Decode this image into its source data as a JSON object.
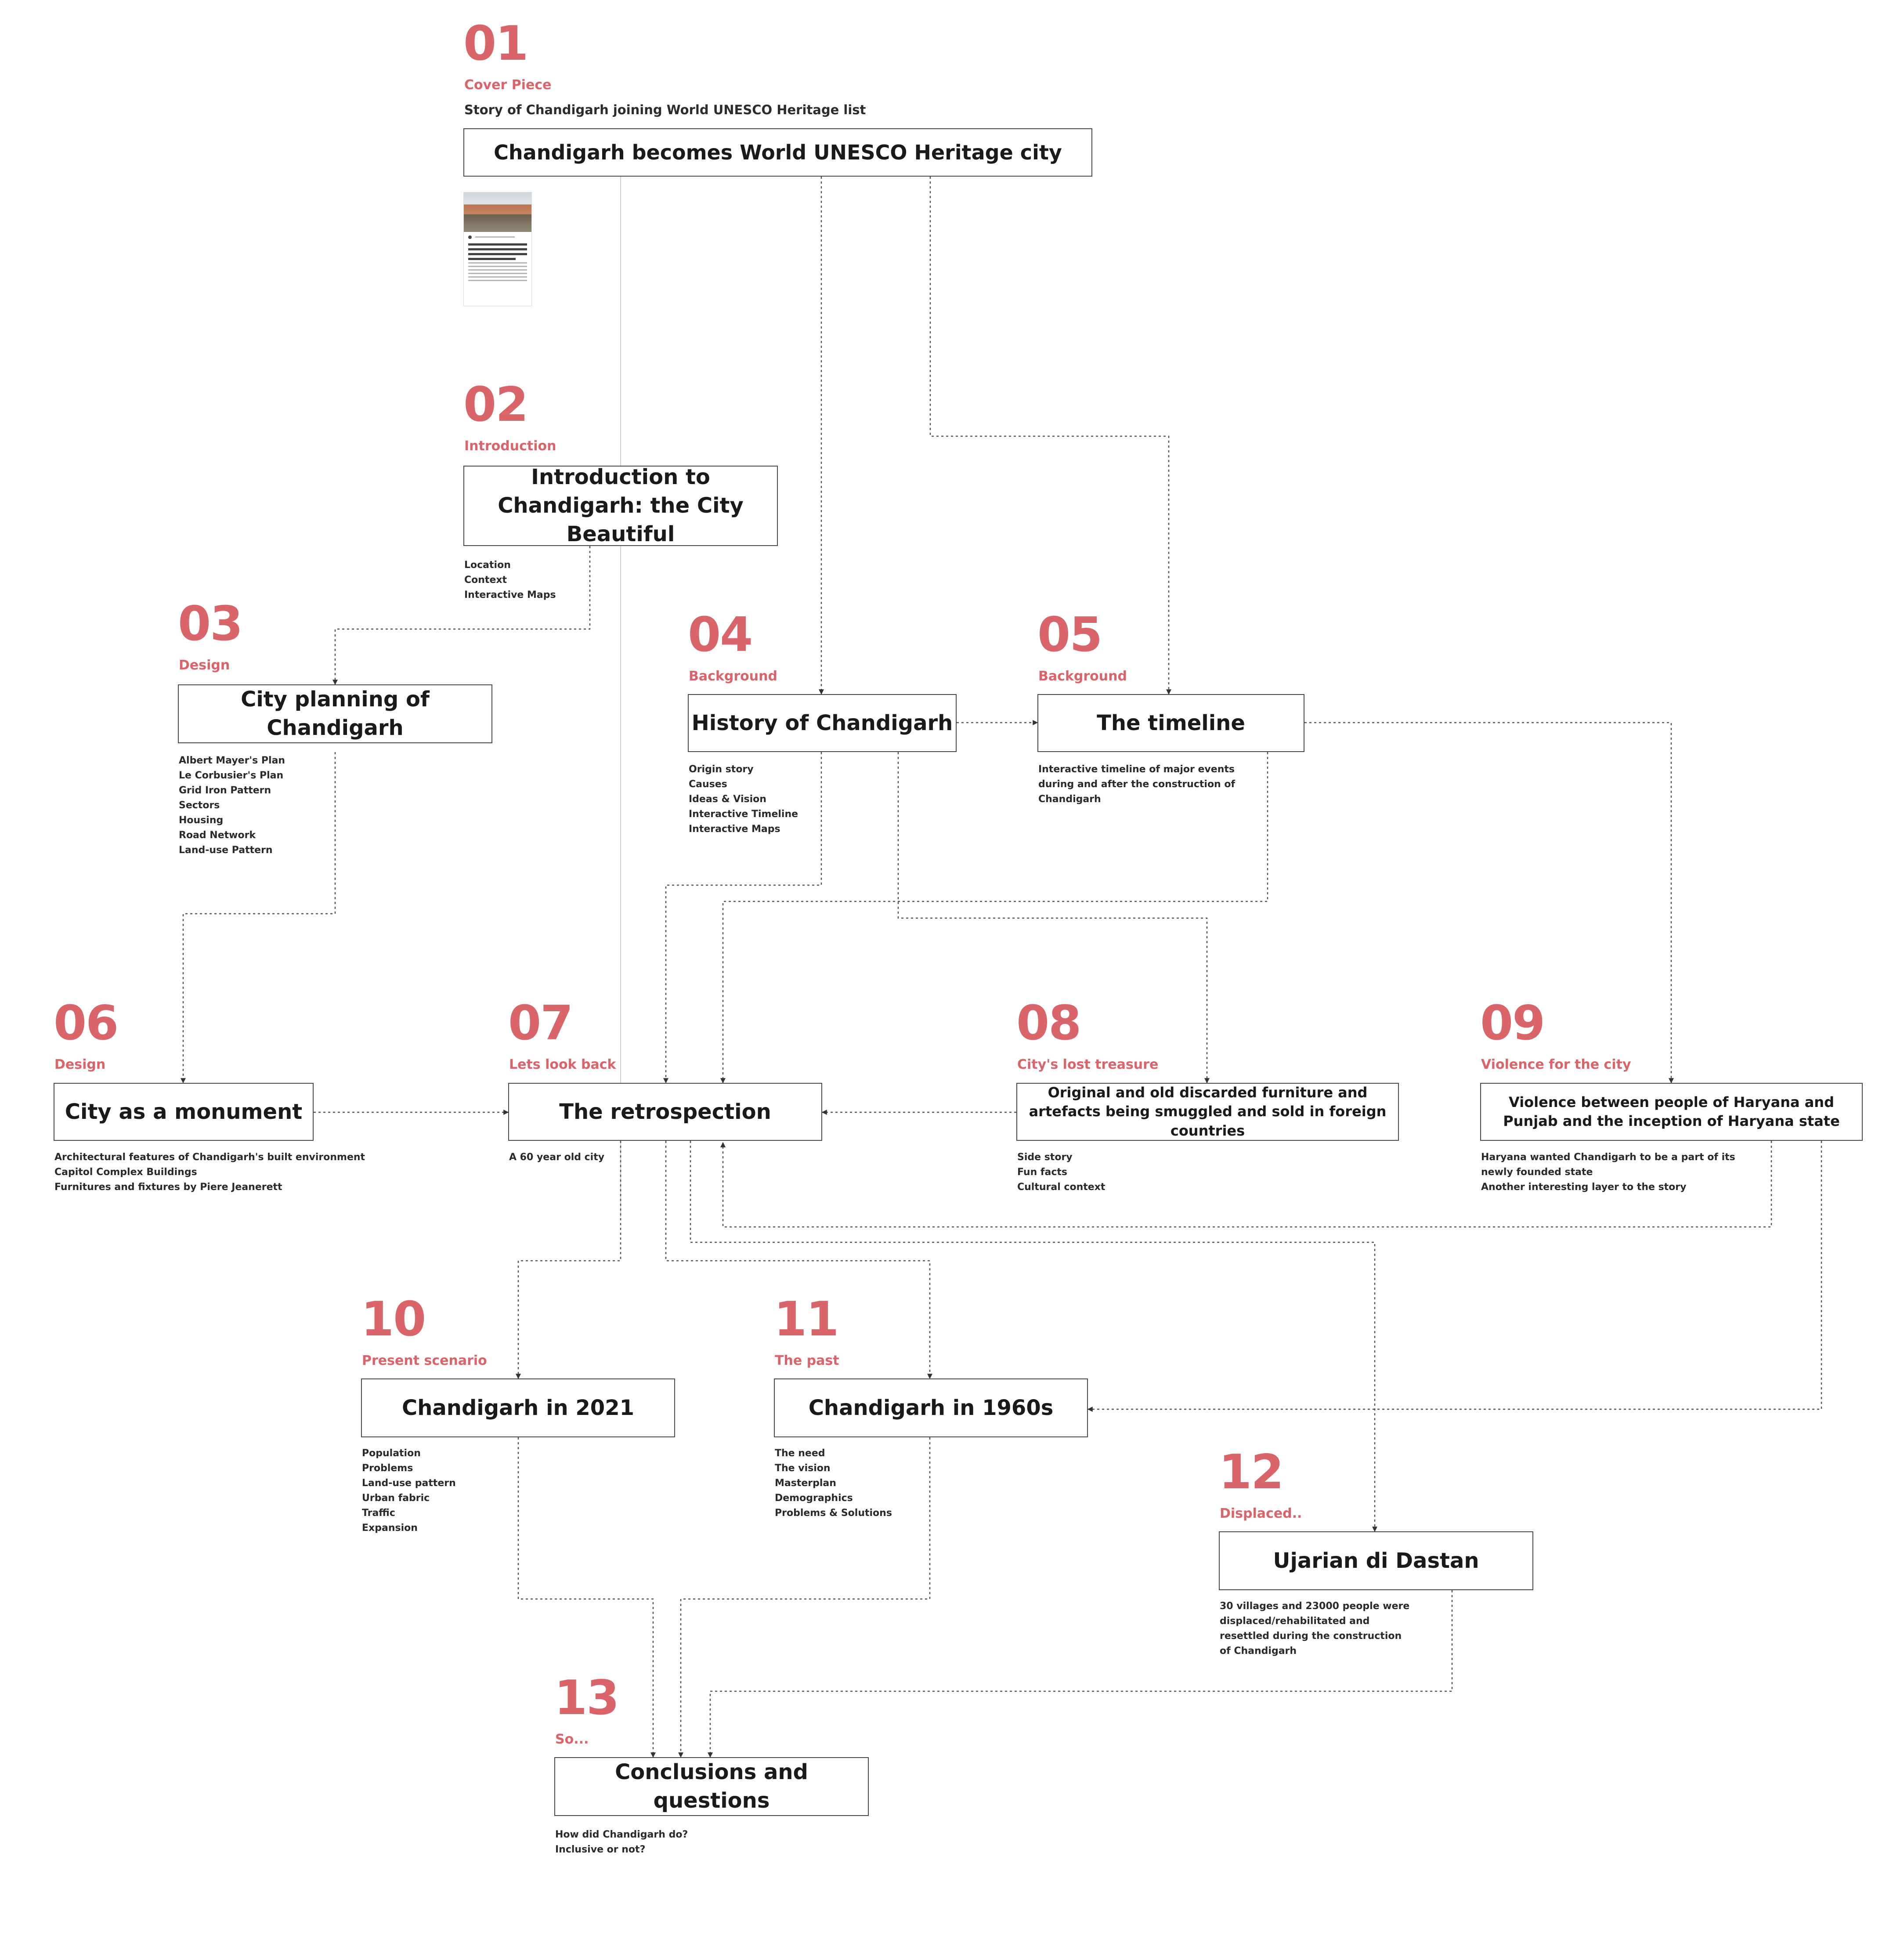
{
  "sections": [
    {
      "num": "01",
      "label": "Cover Piece",
      "subtitle": "Story of Chandigarh joining World UNESCO Heritage list",
      "title": "Chandigarh becomes World UNESCO Heritage city",
      "notes": []
    },
    {
      "num": "02",
      "label": "Introduction",
      "title": "Introduction to Chandigarh: the City Beautiful",
      "notes": [
        "Location",
        "Context",
        "Interactive Maps"
      ]
    },
    {
      "num": "03",
      "label": "Design",
      "title": "City planning of Chandigarh",
      "notes": [
        "Albert Mayer's Plan",
        "Le Corbusier's Plan",
        "Grid Iron Pattern",
        "Sectors",
        "Housing",
        "Road Network",
        "Land-use Pattern"
      ]
    },
    {
      "num": "04",
      "label": "Background",
      "title": "History of Chandigarh",
      "notes": [
        "Origin story",
        "Causes",
        "Ideas & Vision",
        "Interactive Timeline",
        "Interactive Maps"
      ]
    },
    {
      "num": "05",
      "label": "Background",
      "title": "The timeline",
      "notes": [
        "Interactive timeline of major events",
        "during and after the construction of",
        "Chandigarh"
      ]
    },
    {
      "num": "06",
      "label": "Design",
      "title": "City as a monument",
      "notes": [
        "Architectural features of Chandigarh's built environment",
        "Capitol Complex Buildings",
        "Furnitures and fixtures by Piere Jeanerett"
      ]
    },
    {
      "num": "07",
      "label": "Lets look back",
      "title": "The retrospection",
      "notes": [
        "A 60 year old city"
      ]
    },
    {
      "num": "08",
      "label": "City's lost treasure",
      "title": "Original and old discarded furniture and artefacts being smuggled and sold in foreign countries",
      "notes": [
        "Side story",
        "Fun facts",
        "Cultural context"
      ]
    },
    {
      "num": "09",
      "label": "Violence for the city",
      "title": "Violence between people of Haryana and Punjab and the inception of Haryana state",
      "notes": [
        "Haryana wanted Chandigarh to be a part of its",
        "newly founded state",
        "Another interesting layer to the story"
      ]
    },
    {
      "num": "10",
      "label": "Present scenario",
      "title": "Chandigarh in 2021",
      "notes": [
        "Population",
        "Problems",
        "Land-use pattern",
        "Urban fabric",
        "Traffic",
        "Expansion"
      ]
    },
    {
      "num": "11",
      "label": "The past",
      "title": "Chandigarh in 1960s",
      "notes": [
        "The need",
        "The vision",
        "Masterplan",
        "Demographics",
        "Problems & Solutions"
      ]
    },
    {
      "num": "12",
      "label": "Displaced..",
      "title": "Ujarian di Dastan",
      "notes": [
        "30 villages and 23000 people were",
        "displaced/rehabilitated and",
        "resettled during the construction",
        "of Chandigarh"
      ]
    },
    {
      "num": "13",
      "label": "So...",
      "title": "Conclusions and questions",
      "notes": [
        "How did Chandigarh do?",
        "Inclusive or not?"
      ]
    }
  ],
  "colors": {
    "accent": "#d9646a",
    "border": "#4a4a4a",
    "connector": "#555555"
  },
  "thumbnail": {
    "icon": "news-article-thumbnail"
  }
}
